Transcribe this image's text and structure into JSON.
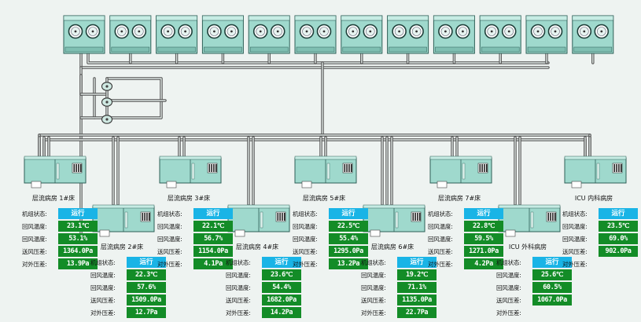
{
  "field_labels": {
    "status": "机组状态:",
    "return_temp": "回风温度:",
    "supply_pressure": "送风压差:",
    "outside_pressure": "对外压差:"
  },
  "colors": {
    "background": "#eef3f1",
    "unit_body": "#9fd9cd",
    "value_bg": "#138c27",
    "status_bg": "#19b4e6",
    "pipe": "#555555"
  },
  "outdoor_units": [
    {
      "icon": "fan-icon"
    },
    {
      "icon": "fan-icon"
    },
    {
      "icon": "fan-icon"
    },
    {
      "icon": "fan-icon"
    },
    {
      "icon": "fan-icon"
    },
    {
      "icon": "fan-icon"
    },
    {
      "icon": "fan-icon"
    },
    {
      "icon": "fan-icon"
    },
    {
      "icon": "fan-icon"
    },
    {
      "icon": "fan-icon"
    },
    {
      "icon": "fan-icon"
    },
    {
      "icon": "fan-icon"
    }
  ],
  "rooms": [
    {
      "name": "层流病房 1#床",
      "status": "运行",
      "return_temp": "23.1℃",
      "return_humidity": "53.1%",
      "supply_pressure": "1364.0Pa",
      "outside_pressure": "13.9Pa"
    },
    {
      "name": "层流病房 2#床",
      "status": "运行",
      "return_temp": "22.3℃",
      "return_humidity": "57.6%",
      "supply_pressure": "1509.0Pa",
      "outside_pressure": "12.7Pa"
    },
    {
      "name": "层流病房 3#床",
      "status": "运行",
      "return_temp": "22.1℃",
      "return_humidity": "56.7%",
      "supply_pressure": "1154.0Pa",
      "outside_pressure": "4.1Pa"
    },
    {
      "name": "层流病房 4#床",
      "status": "运行",
      "return_temp": "23.6℃",
      "return_humidity": "54.4%",
      "supply_pressure": "1682.0Pa",
      "outside_pressure": "14.2Pa"
    },
    {
      "name": "层流病房 5#床",
      "status": "运行",
      "return_temp": "22.5℃",
      "return_humidity": "55.4%",
      "supply_pressure": "1295.0Pa",
      "outside_pressure": "13.2Pa"
    },
    {
      "name": "层流病房 6#床",
      "status": "运行",
      "return_temp": "19.2℃",
      "return_humidity": "71.1%",
      "supply_pressure": "1135.0Pa",
      "outside_pressure": "22.7Pa"
    },
    {
      "name": "层流病房 7#床",
      "status": "运行",
      "return_temp": "22.8℃",
      "return_humidity": "59.5%",
      "supply_pressure": "1271.0Pa",
      "outside_pressure": "4.2Pa"
    },
    {
      "name": "ICU 外科病房",
      "status": "运行",
      "return_temp": "25.6℃",
      "return_humidity": "60.5%",
      "supply_pressure": "1067.0Pa",
      "outside_pressure": ""
    },
    {
      "name": "ICU 内科病房",
      "status": "运行",
      "return_temp": "23.5℃",
      "return_humidity": "69.0%",
      "supply_pressure": "902.0Pa",
      "outside_pressure": ""
    }
  ]
}
